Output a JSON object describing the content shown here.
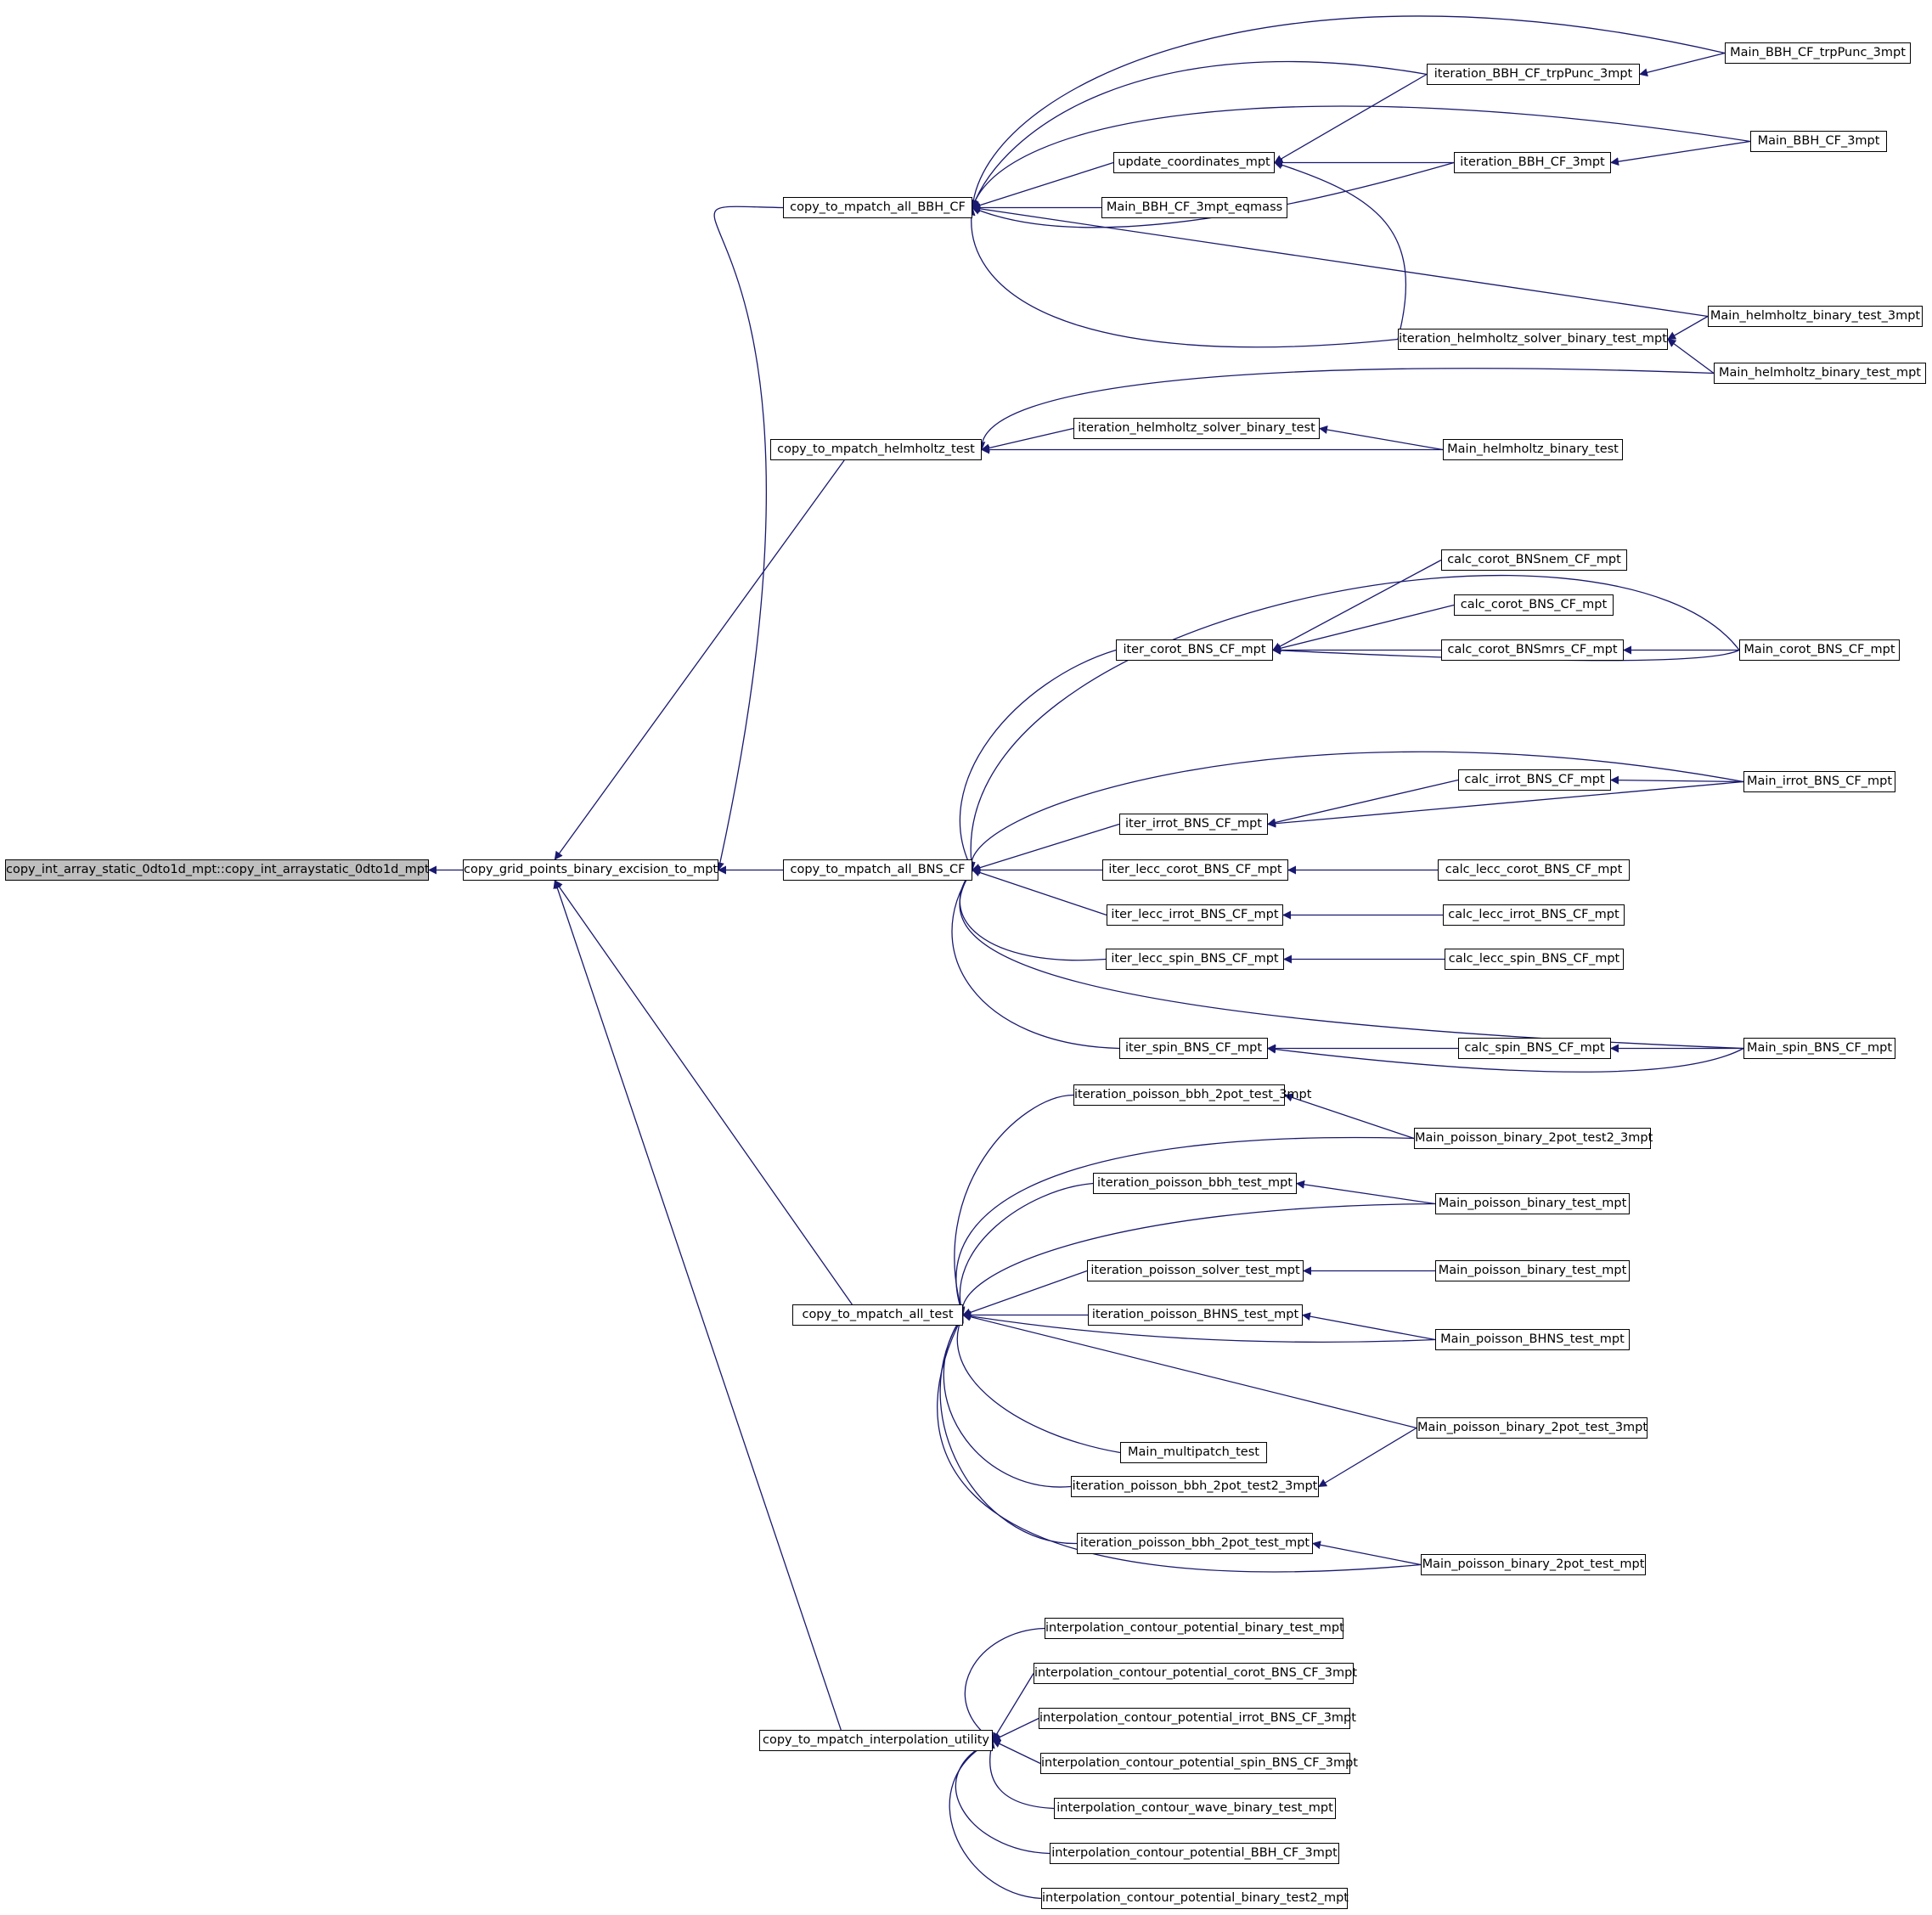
{
  "diagram": {
    "type": "call-graph",
    "colors": {
      "edge": "#191970",
      "node_border": "#000000",
      "node_fill": "#ffffff",
      "root_fill": "#bfbfbf"
    },
    "nodes": [
      {
        "id": "n0",
        "label": "copy_int_array_static_0dto1d_mpt::copy_int_arraystatic_0dto1d_mpt"
      },
      {
        "id": "n1",
        "label": "copy_grid_points_binary_excision_to_mpt"
      },
      {
        "id": "n2",
        "label": "copy_to_mpatch_all_BBH_CF"
      },
      {
        "id": "n3",
        "label": "copy_to_mpatch_helmholtz_test"
      },
      {
        "id": "n4",
        "label": "copy_to_mpatch_all_BNS_CF"
      },
      {
        "id": "n5",
        "label": "copy_to_mpatch_all_test"
      },
      {
        "id": "n6",
        "label": "copy_to_mpatch_interpolation_utility"
      },
      {
        "id": "n7",
        "label": "iteration_BBH_CF_trpPunc_3mpt"
      },
      {
        "id": "n8",
        "label": "Main_BBH_CF_trpPunc_3mpt"
      },
      {
        "id": "n9",
        "label": "Main_BBH_CF_3mpt"
      },
      {
        "id": "n10",
        "label": "update_coordinates_mpt"
      },
      {
        "id": "n11",
        "label": "iteration_BBH_CF_3mpt"
      },
      {
        "id": "n12",
        "label": "Main_BBH_CF_3mpt_eqmass"
      },
      {
        "id": "n13",
        "label": "Main_helmholtz_binary_test_3mpt"
      },
      {
        "id": "n14",
        "label": "iteration_helmholtz_solver_binary_test_mpt"
      },
      {
        "id": "n15",
        "label": "Main_helmholtz_binary_test_mpt"
      },
      {
        "id": "n16",
        "label": "iteration_helmholtz_solver_binary_test"
      },
      {
        "id": "n17",
        "label": "Main_helmholtz_binary_test"
      },
      {
        "id": "n18",
        "label": "calc_corot_BNSnem_CF_mpt"
      },
      {
        "id": "n19",
        "label": "calc_corot_BNS_CF_mpt"
      },
      {
        "id": "n20",
        "label": "iter_corot_BNS_CF_mpt"
      },
      {
        "id": "n21",
        "label": "calc_corot_BNSmrs_CF_mpt"
      },
      {
        "id": "n22",
        "label": "Main_corot_BNS_CF_mpt"
      },
      {
        "id": "n23",
        "label": "calc_irrot_BNS_CF_mpt"
      },
      {
        "id": "n24",
        "label": "Main_irrot_BNS_CF_mpt"
      },
      {
        "id": "n25",
        "label": "iter_irrot_BNS_CF_mpt"
      },
      {
        "id": "n26",
        "label": "iter_lecc_corot_BNS_CF_mpt"
      },
      {
        "id": "n27",
        "label": "calc_lecc_corot_BNS_CF_mpt"
      },
      {
        "id": "n28",
        "label": "iter_lecc_irrot_BNS_CF_mpt"
      },
      {
        "id": "n29",
        "label": "calc_lecc_irrot_BNS_CF_mpt"
      },
      {
        "id": "n30",
        "label": "iter_lecc_spin_BNS_CF_mpt"
      },
      {
        "id": "n31",
        "label": "calc_lecc_spin_BNS_CF_mpt"
      },
      {
        "id": "n32",
        "label": "iter_spin_BNS_CF_mpt"
      },
      {
        "id": "n33",
        "label": "calc_spin_BNS_CF_mpt"
      },
      {
        "id": "n34",
        "label": "Main_spin_BNS_CF_mpt"
      },
      {
        "id": "n35",
        "label": "iteration_poisson_bbh_2pot_test_3mpt"
      },
      {
        "id": "n36",
        "label": "Main_poisson_binary_2pot_test2_3mpt"
      },
      {
        "id": "n37",
        "label": "iteration_poisson_bbh_test_mpt"
      },
      {
        "id": "n38",
        "label": "Main_poisson_binary_test_mpt"
      },
      {
        "id": "n39",
        "label": "iteration_poisson_solver_test_mpt"
      },
      {
        "id": "n40",
        "label": "Main_poisson_binary_test_mpt"
      },
      {
        "id": "n41",
        "label": "iteration_poisson_BHNS_test_mpt"
      },
      {
        "id": "n42",
        "label": "Main_poisson_BHNS_test_mpt"
      },
      {
        "id": "n43",
        "label": "Main_poisson_binary_2pot_test_3mpt"
      },
      {
        "id": "n44",
        "label": "Main_multipatch_test"
      },
      {
        "id": "n45",
        "label": "iteration_poisson_bbh_2pot_test2_3mpt"
      },
      {
        "id": "n46",
        "label": "iteration_poisson_bbh_2pot_test_mpt"
      },
      {
        "id": "n47",
        "label": "Main_poisson_binary_2pot_test_mpt"
      },
      {
        "id": "n48",
        "label": "interpolation_contour_potential_binary_test_mpt"
      },
      {
        "id": "n49",
        "label": "interpolation_contour_potential_corot_BNS_CF_3mpt"
      },
      {
        "id": "n50",
        "label": "interpolation_contour_potential_irrot_BNS_CF_3mpt"
      },
      {
        "id": "n51",
        "label": "interpolation_contour_potential_spin_BNS_CF_3mpt"
      },
      {
        "id": "n52",
        "label": "interpolation_contour_wave_binary_test_mpt"
      },
      {
        "id": "n53",
        "label": "interpolation_contour_potential_BBH_CF_3mpt"
      },
      {
        "id": "n54",
        "label": "interpolation_contour_potential_binary_test2_mpt"
      }
    ]
  }
}
